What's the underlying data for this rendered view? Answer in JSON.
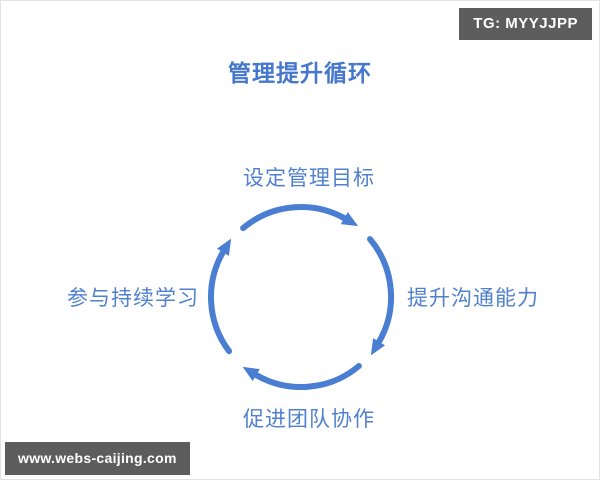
{
  "title": "管理提升循环",
  "badges": {
    "top_right": "TG: MYYJJPP",
    "bottom_left": "www.webs-caijing.com"
  },
  "cycle": {
    "direction": "clockwise",
    "steps": [
      {
        "label": "设定管理目标",
        "position": "top"
      },
      {
        "label": "提升沟通能力",
        "position": "right"
      },
      {
        "label": "促进团队协作",
        "position": "bottom"
      },
      {
        "label": "参与持续学习",
        "position": "left"
      }
    ]
  },
  "colors": {
    "accent_blue": "#4a7ed2",
    "title_blue": "#4577cd",
    "label_blue": "#5181ce",
    "badge_bg": "#5d5d5d",
    "badge_text": "#ffffff",
    "background": "#ffffff"
  }
}
